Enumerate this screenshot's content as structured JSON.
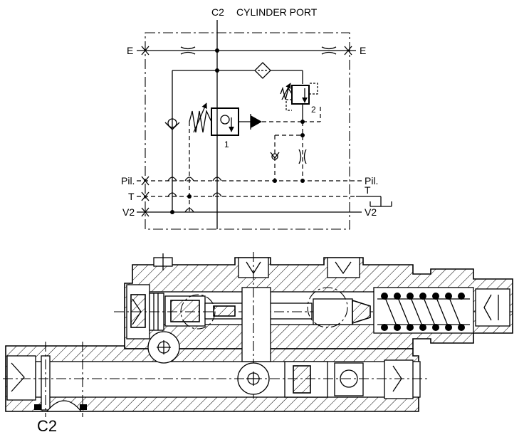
{
  "schematic": {
    "top_port_label": "C2",
    "top_port_caption": "CYLINDER PORT",
    "left_labels": [
      "E",
      "Pil.",
      "T",
      "V2"
    ],
    "right_labels": [
      "E",
      "Pil.",
      "T",
      "V2"
    ],
    "component_1_label": "1",
    "component_2_label": "2"
  },
  "section": {
    "port_label": "C2"
  }
}
